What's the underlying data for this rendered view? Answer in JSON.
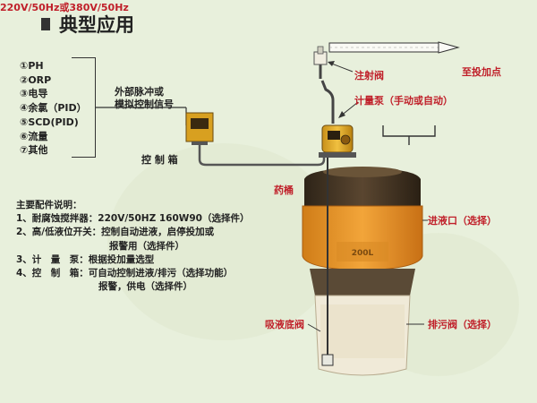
{
  "title": "典型应用",
  "params": [
    "①PH",
    "②ORP",
    "③电导",
    "④余氯（PID）",
    "⑤SCD(PID)",
    "⑥流量",
    "⑦其他"
  ],
  "signal_label": [
    "外部脉冲或",
    "模拟控制信号"
  ],
  "control_box_label": "控 制 箱",
  "injection_valve_label": "注射阀",
  "dosing_point_label": "至投加点",
  "metering_pump_label": "计量泵（手动或自动）",
  "voltage_label": "220V/50Hz或380V/50Hz",
  "tank_label": "药桶",
  "inlet_label": "进液口（选择）",
  "foot_valve_label": "吸液底阀",
  "drain_valve_label": "排污阀（选择）",
  "tank_capacity_mark": "200L",
  "notes": {
    "heading": "主要配件说明：",
    "items": [
      "1、耐腐蚀搅拌器：220V/50HZ 160W90（选择件）",
      "2、高/低液位开关：控制自动进液，启停投加或",
      "报警用（选择件）",
      "3、计　量　泵：根据投加量选型",
      "4、控　制　箱：可自动控制进液/排污（选择功能）",
      "报警，供电（选择件）"
    ]
  },
  "colors": {
    "background": "#e8f0dc",
    "tank_orange": "#e8952a",
    "pump_yellow": "#e0b020",
    "label_red": "#c0202a",
    "tank_dark": "#4a3a2a"
  }
}
